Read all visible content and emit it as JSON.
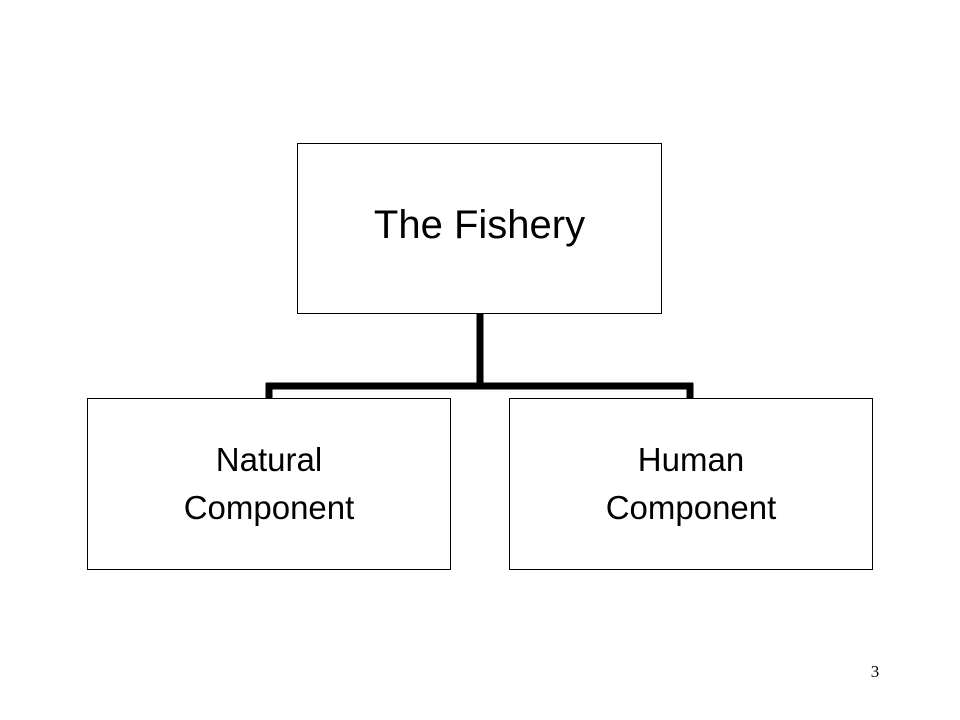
{
  "diagram": {
    "root": {
      "label": "The Fishery"
    },
    "children": [
      {
        "label": "Natural\nComponent"
      },
      {
        "label": "Human\nComponent"
      }
    ]
  },
  "footer": {
    "page_number": "3"
  }
}
